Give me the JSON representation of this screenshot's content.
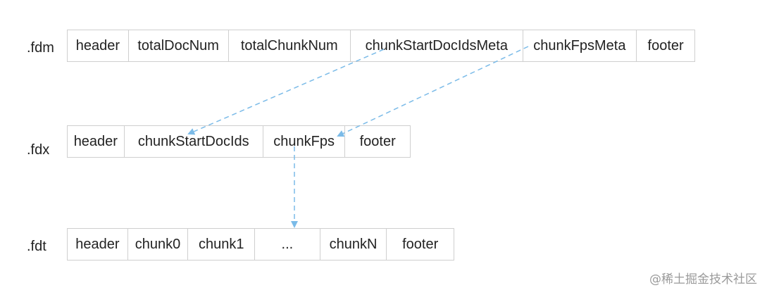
{
  "rows": {
    "fdm": {
      "label": ".fdm",
      "cells": [
        "header",
        "totalDocNum",
        "totalChunkNum",
        "chunkStartDocIdsMeta",
        "chunkFpsMeta",
        "footer"
      ]
    },
    "fdx": {
      "label": ".fdx",
      "cells": [
        "header",
        "chunkStartDocIds",
        "chunkFps",
        "footer"
      ]
    },
    "fdt": {
      "label": ".fdt",
      "cells": [
        "header",
        "chunk0",
        "chunk1",
        "...",
        "chunkN",
        "footer"
      ]
    }
  },
  "colors": {
    "arrow": "#7bbbe8",
    "border": "#cfcfcf"
  },
  "watermark": "@稀土掘金技术社区"
}
